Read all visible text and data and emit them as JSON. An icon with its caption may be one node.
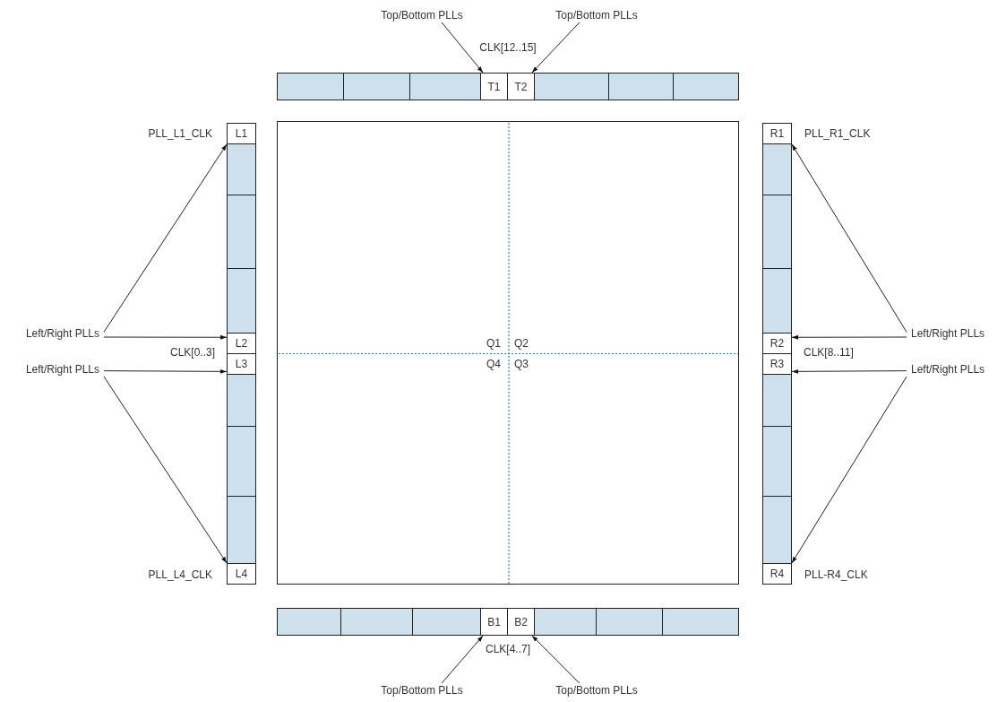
{
  "diagram": {
    "nodes": [
      {
        "text": [
          "Top/Bottom PLLs"
        ]
      },
      {
        "text": [
          "Top/Bottom PLLs"
        ]
      },
      {
        "text": [],
        "shape": "box"
      },
      {
        "text": [],
        "shape": "box"
      },
      {
        "text": [],
        "shape": "box"
      },
      {
        "text": [
          "T1"
        ]
      },
      {
        "text": [
          "T2"
        ]
      },
      {
        "text": [],
        "shape": "box"
      },
      {
        "text": [],
        "shape": "box"
      },
      {
        "text": [],
        "shape": "box"
      },
      {
        "text": [
          "L1"
        ]
      },
      {
        "text": [],
        "shape": "box"
      },
      {
        "text": [],
        "shape": "box"
      },
      {
        "text": [],
        "shape": "box"
      },
      {
        "text": [
          "L2"
        ]
      },
      {
        "text": [
          "L3"
        ]
      },
      {
        "text": [],
        "shape": "box"
      },
      {
        "text": [],
        "shape": "box"
      },
      {
        "text": [],
        "shape": "box"
      },
      {
        "text": [
          "L4"
        ]
      },
      {
        "text": [
          "Q1",
          "Q2",
          "Q4",
          "Q3"
        ]
      },
      {
        "text": [
          "R1"
        ]
      },
      {
        "text": [],
        "shape": "box"
      },
      {
        "text": [],
        "shape": "box"
      },
      {
        "text": [],
        "shape": "box"
      },
      {
        "text": [
          "R2"
        ]
      },
      {
        "text": [
          "R3"
        ]
      },
      {
        "text": [],
        "shape": "box"
      },
      {
        "text": [],
        "shape": "box"
      },
      {
        "text": [],
        "shape": "box"
      },
      {
        "text": [
          "R4"
        ]
      },
      {
        "text": [
          "Left/Right PLLs"
        ]
      },
      {
        "text": [
          "Left/Right PLLs"
        ]
      },
      {
        "text": [
          "Left/Right PLLs"
        ]
      },
      {
        "text": [
          "Left/Right PLLs"
        ]
      },
      {
        "text": [],
        "shape": "box"
      },
      {
        "text": [],
        "shape": "box"
      },
      {
        "text": [],
        "shape": "box"
      },
      {
        "text": [
          "B1"
        ]
      },
      {
        "text": [
          "B2"
        ]
      },
      {
        "text": [],
        "shape": "box"
      },
      {
        "text": [],
        "shape": "box"
      },
      {
        "text": [],
        "shape": "box"
      },
      {
        "text": [
          "Top/Bottom PLLs"
        ]
      },
      {
        "text": [
          "Top/Bottom PLLs"
        ]
      }
    ],
    "edges": [
      {
        "from": 0,
        "to": 5,
        "arrow": "to"
      },
      {
        "from": 1,
        "to": 6,
        "arrow": "to"
      },
      {
        "from": 31,
        "to": 10,
        "arrow": "to"
      },
      {
        "from": 31,
        "to": 14,
        "arrow": "to"
      },
      {
        "from": 32,
        "to": 15,
        "arrow": "to"
      },
      {
        "from": 32,
        "to": 19,
        "arrow": "to"
      },
      {
        "from": 33,
        "to": 21,
        "arrow": "to"
      },
      {
        "from": 33,
        "to": 25,
        "arrow": "to"
      },
      {
        "from": 34,
        "to": 26,
        "arrow": "to"
      },
      {
        "from": 34,
        "to": 30,
        "arrow": "to"
      },
      {
        "from": 43,
        "to": 38,
        "arrow": "to"
      },
      {
        "from": 44,
        "to": 39,
        "arrow": "to"
      }
    ],
    "labels": [
      "CLK[12..15]",
      "PLL_L1_CLK",
      "PLL_R1_CLK",
      "CLK[0..3]",
      "CLK[8..11]",
      "PLL_L4_CLK",
      "PLL-R4_CLK",
      "CLK[4..7]"
    ]
  }
}
